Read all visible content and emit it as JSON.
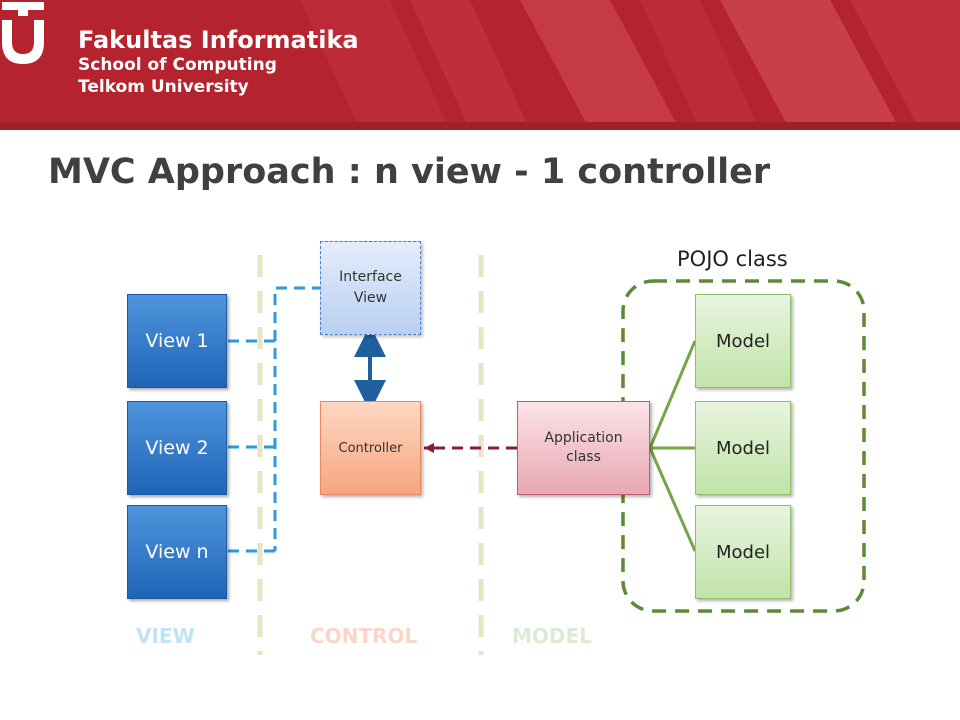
{
  "header": {
    "line1": "Fakultas Informatika",
    "line2": "School of Computing",
    "line3": "Telkom University"
  },
  "slide": {
    "title": "MVC Approach : n view - 1 controller"
  },
  "diagram": {
    "views": [
      "View 1",
      "View 2",
      "View n"
    ],
    "interface_view": "Interface View",
    "controller": "Controller",
    "application_class": "Application class",
    "models": [
      "Model",
      "Model",
      "Model"
    ],
    "pojo_label": "POJO class",
    "columns": {
      "view": "VIEW",
      "control": "CONTROL",
      "model": "MODEL"
    }
  },
  "colors": {
    "header_red": "#b5232f",
    "view_label": "#bfe3f5",
    "control_label": "#f9d6c8",
    "model_label": "#dcebd2",
    "view_connector": "#2e9ad6",
    "app_connector": "#8b1a34",
    "pojo_border": "#5c8a36",
    "model_line": "#76a546"
  }
}
